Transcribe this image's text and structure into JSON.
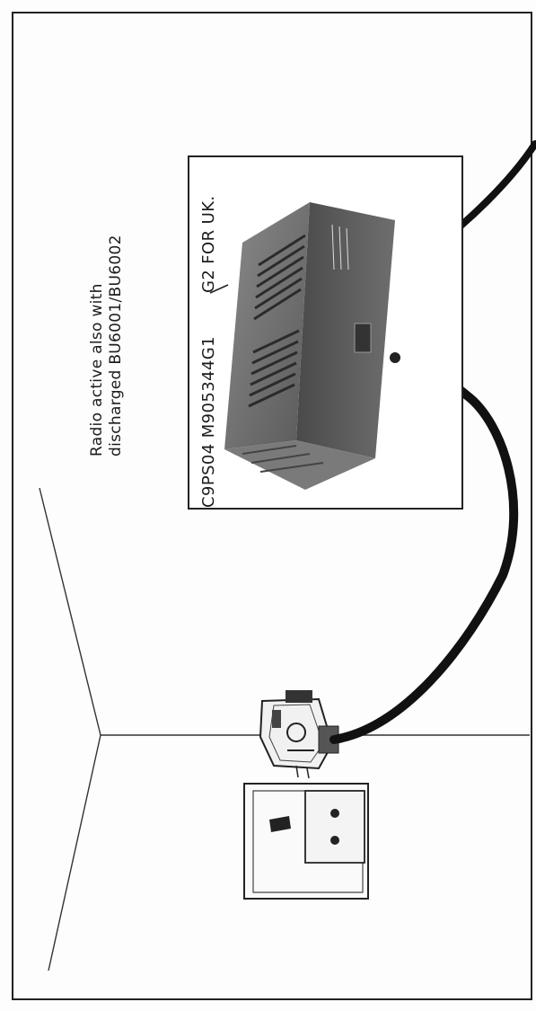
{
  "caption": {
    "line1": "Radio active also with",
    "line2": "discharged BU6001/BU6002"
  },
  "psu": {
    "model": "C9PS04  M905344G1",
    "separator": "/",
    "region": "G2 FOR UK."
  },
  "icons": [
    "wall-socket-icon",
    "mains-plug-icon",
    "power-supply-icon",
    "connector-plug-icon",
    "power-cable-icon"
  ]
}
